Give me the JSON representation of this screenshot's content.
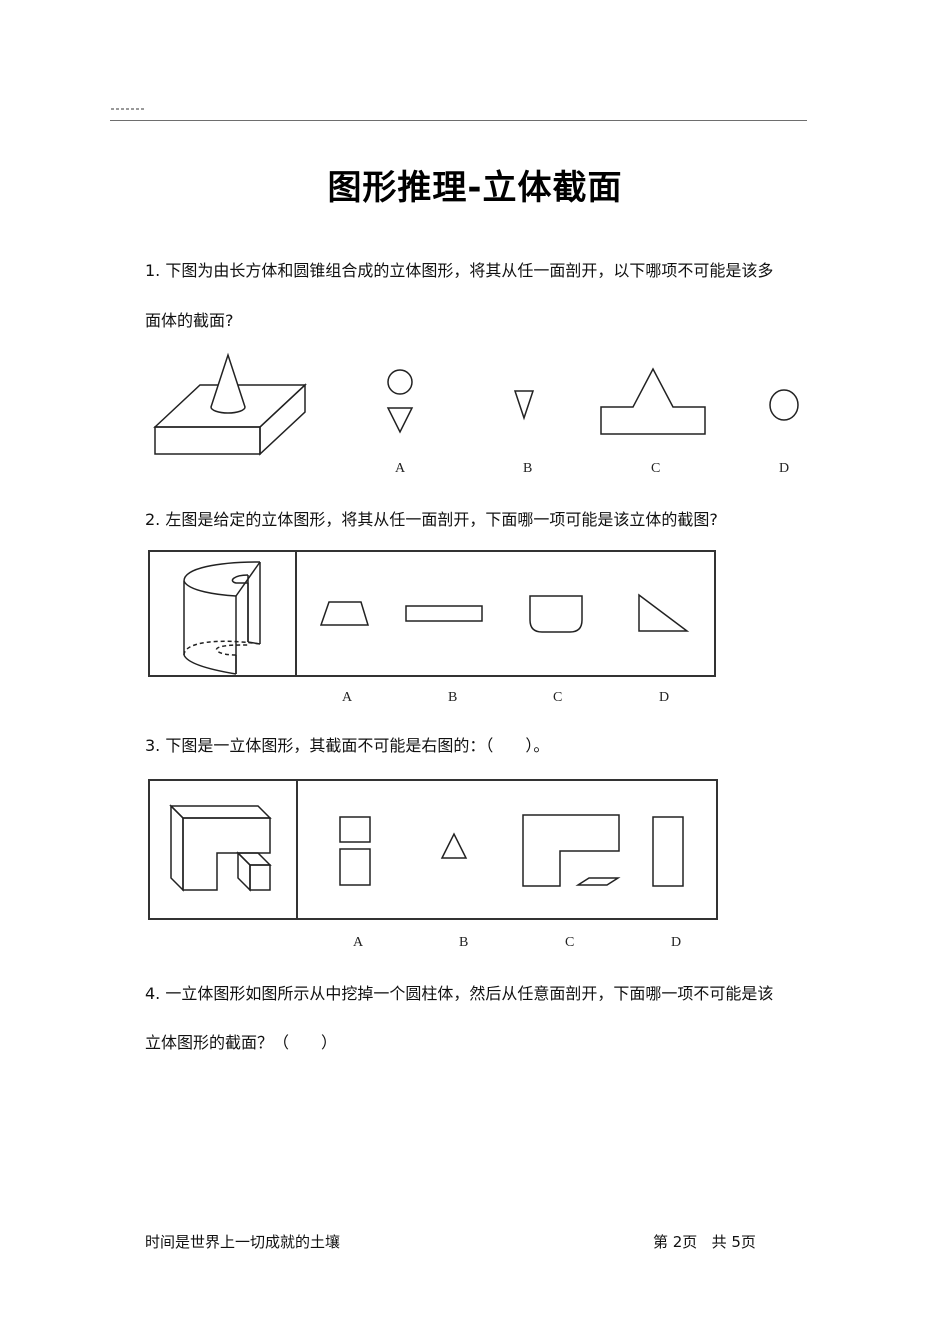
{
  "document": {
    "title": "图形推理-立体截面",
    "questions": [
      {
        "number": "1.",
        "line1": "1. 下图为由长方体和圆锥组合成的立体图形，将其从任一面剖开，以下哪项不可能是该多",
        "line2": "面体的截面?",
        "figure": "rectangular-prism-with-cone",
        "options": [
          "A",
          "B",
          "C",
          "D"
        ]
      },
      {
        "number": "2.",
        "line1": "2. 左图是给定的立体图形，将其从任一面剖开，下面哪一项可能是该立体的截图?",
        "figure": "hollow-half-cylinder",
        "options": [
          "A",
          "B",
          "C",
          "D"
        ]
      },
      {
        "number": "3.",
        "line1": "3. 下图是一立体图形，其截面不可能是右图的：（　　）。",
        "figure": "l-shaped-block-with-cube",
        "options": [
          "A",
          "B",
          "C",
          "D"
        ]
      },
      {
        "number": "4.",
        "line1": "4. 一立体图形如图所示从中挖掉一个圆柱体，然后从任意面剖开，下面哪一项不可能是该",
        "line2": "立体图形的截面？（　　）"
      }
    ],
    "footer": {
      "motto": "时间是世界上一切成就的土壤",
      "page_info": "第 2页   共 5页"
    }
  }
}
